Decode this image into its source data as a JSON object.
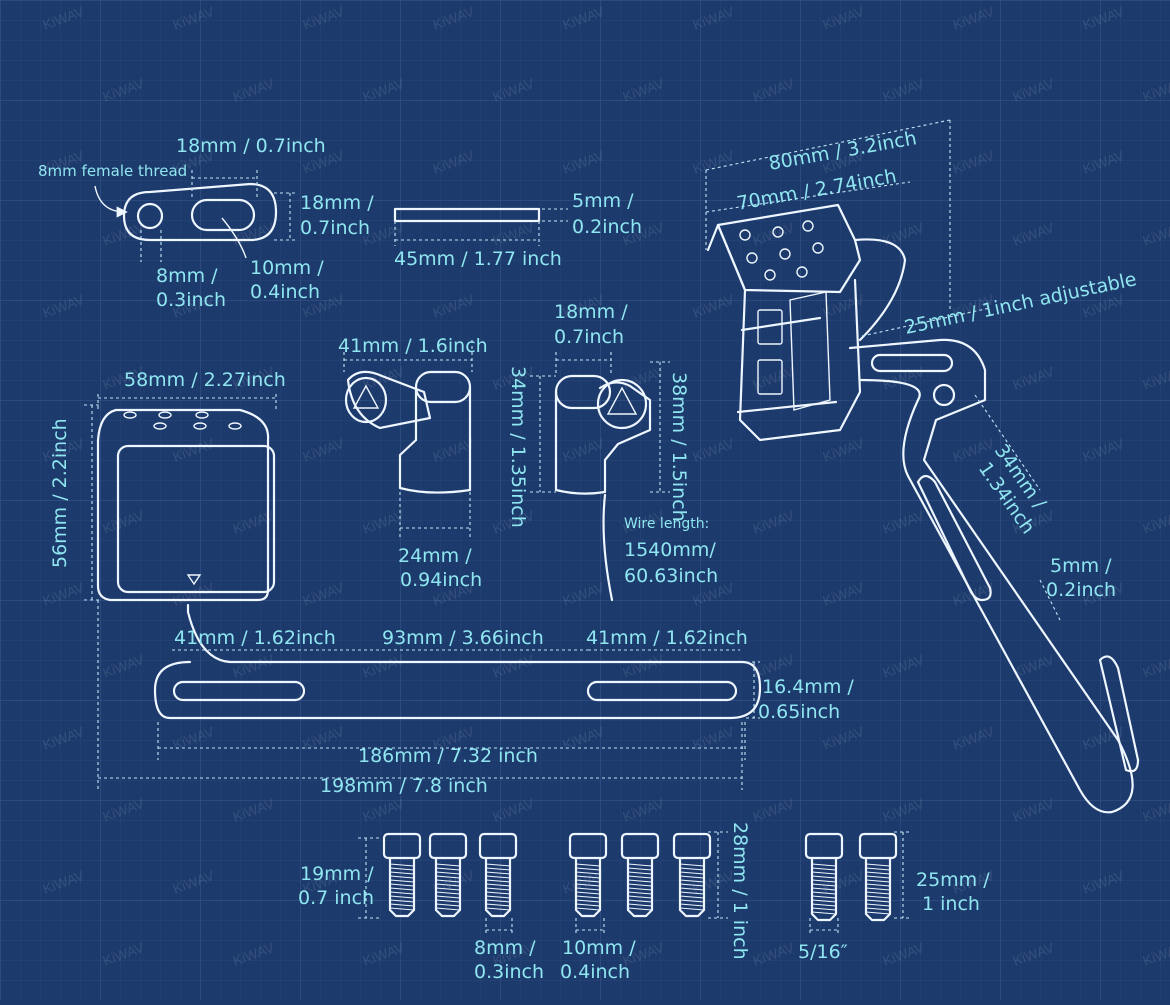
{
  "brand_watermark": "KiWAV",
  "colors": {
    "background": "#1d3a6c",
    "grid": "#2b4a7e",
    "label": "#8fe6f0",
    "line": "#eef6ff"
  },
  "labels": {
    "female_thread": "8mm female thread",
    "plate_slot_w": "18mm / 0.7inch",
    "plate_h_a": "18mm /",
    "plate_h_b": "0.7inch",
    "plate_hole_a": "8mm /",
    "plate_hole_b": "0.3inch",
    "plate_slot_a": "10mm /",
    "plate_slot_b": "0.4inch",
    "bar_thick_a": "5mm /",
    "bar_thick_b": "0.2inch",
    "bar_len": "45mm / 1.77 inch",
    "top_w": "80mm / 3.2inch",
    "top_w2": "70mm / 2.74inch",
    "adjustable": "25mm / 1inch adjustable",
    "switch_w": "41mm / 1.6inch",
    "switch_top_a": "18mm /",
    "switch_top_b": "0.7inch",
    "switch_h_left": "34mm / 1.35inch",
    "switch_h_right": "38mm / 1.5inch",
    "switch_base_a": "24mm /",
    "switch_base_b": "0.94inch",
    "wire_title": "Wire length:",
    "wire_a": "1540mm/",
    "wire_b": "60.63inch",
    "light_w": "58mm / 2.27inch",
    "light_h": "56mm / 2.2inch",
    "arm_a": "34mm /",
    "arm_b": "1.34inch",
    "arm_thick_a": "5mm /",
    "arm_thick_b": "0.2inch",
    "slot_left": "41mm / 1.62inch",
    "slot_mid": "93mm / 3.66inch",
    "slot_right": "41mm / 1.62inch",
    "bracket_h_a": "16.4mm /",
    "bracket_h_b": "0.65inch",
    "bracket_186": "186mm / 7.32 inch",
    "bracket_198": "198mm / 7.8 inch",
    "bolt19_a": "19mm /",
    "bolt19_b": "0.7 inch",
    "bolt8_a": "8mm /",
    "bolt8_b": "0.3inch",
    "bolt10_a": "10mm /",
    "bolt10_b": "0.4inch",
    "bolt28": "28mm / 1 inch",
    "bolt25_a": "25mm /",
    "bolt25_b": "1 inch",
    "bolt516": "5/16″"
  }
}
